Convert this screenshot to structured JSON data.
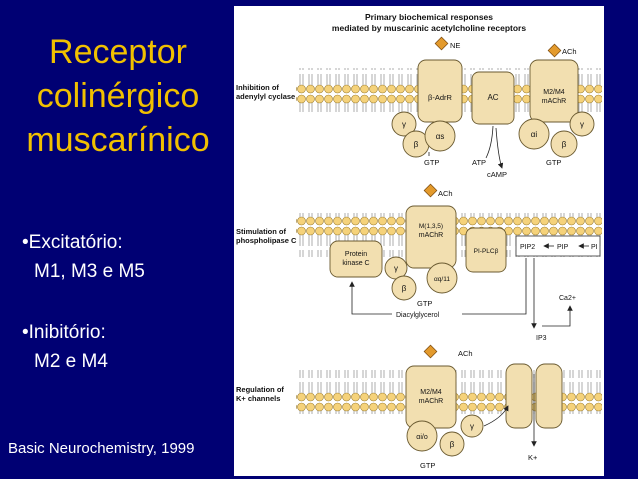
{
  "slide": {
    "title_lines": [
      "Receptor",
      "colinérgico",
      "muscarínico"
    ],
    "bullets": [
      {
        "label": "•Excitatório:",
        "value": "M1, M3 e M5"
      },
      {
        "label": "•Inibitório:",
        "value": "M2 e M4"
      }
    ],
    "citation": "Basic Neurochemistry, 1999"
  },
  "colors": {
    "background": "#000073",
    "title": "#f0c000",
    "text": "#ffffff",
    "membrane_band": "#c9c9c9",
    "lipid_head": "#f5d27a",
    "protein_fill": "#f2dfb0",
    "ligand": "#e39a2c"
  },
  "figure": {
    "title_line1": "Primary biochemical responses",
    "title_line2": "mediated by muscarinic acetylcholine receptors",
    "panel1": {
      "side_label_1": "Inhibition of",
      "side_label_2": "adenylyl cyclase",
      "ligand_ne": "NE",
      "ligand_ach": "ACh",
      "adr_receptor": "β-AdrR",
      "ac": "AC",
      "machr_1": "M2/M4",
      "machr_2": "mAChR",
      "gamma_left": "γ",
      "beta_left": "β",
      "alpha_s": "αs",
      "alpha_i": "αi",
      "gamma_right": "γ",
      "beta_right": "β",
      "gtp_left": "GTP",
      "atp": "ATP",
      "camp": "cAMP",
      "gtp_right": "GTP"
    },
    "panel2": {
      "side_label_1": "Stimulation of",
      "side_label_2": "phospholipase C",
      "ligand_ach": "ACh",
      "machr_1": "M(1,3,5)",
      "machr_2": "mAChR",
      "pkc_1": "Protein",
      "pkc_2": "kinase C",
      "gamma": "γ",
      "beta": "β",
      "alpha_q": "αq/11",
      "pi_plc": "PI-PLCβ",
      "pip3": "PIP2",
      "pip": "PIP",
      "pi": "PI",
      "gtp": "GTP",
      "dag": "Diacylglycerol",
      "ip3": "IP3",
      "ca": "Ca2+"
    },
    "panel3": {
      "side_label_1": "Regulation of",
      "side_label_2": "K+ channels",
      "ligand_ach": "ACh",
      "machr_1": "M2/M4",
      "machr_2": "mAChR",
      "alpha_io": "αi/o",
      "beta": "β",
      "gamma": "γ",
      "gtp": "GTP",
      "k": "K+"
    }
  }
}
